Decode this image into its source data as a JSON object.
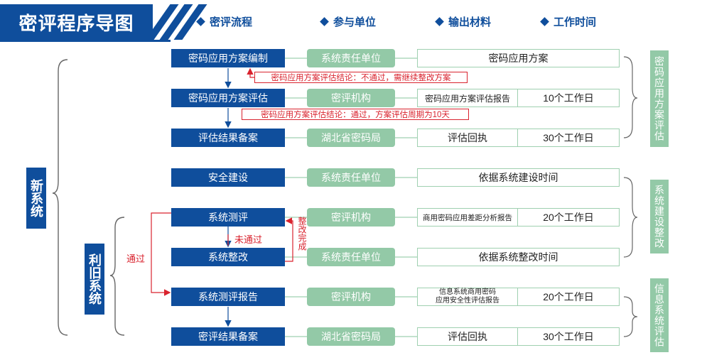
{
  "title": "密评程序导图",
  "columns": [
    "密评流程",
    "参与单位",
    "输出材料",
    "工作时间"
  ],
  "rows": [
    {
      "step": "密码应用方案编制",
      "unit": "系统责任单位",
      "material": "密码应用方案",
      "time": ""
    },
    {
      "step": "密码应用方案评估",
      "unit": "密评机构",
      "material": "密码应用方案评估报告",
      "time": "10个工作日"
    },
    {
      "step": "评估结果备案",
      "unit": "湖北省密码局",
      "material": "评估回执",
      "time": "30个工作日"
    },
    {
      "step": "安全建设",
      "unit": "系统责任单位",
      "material": "依据系统建设时间",
      "time": ""
    },
    {
      "step": "系统测评",
      "unit": "密评机构",
      "material": "商用密码应用差距分析报告",
      "time": "20个工作日"
    },
    {
      "step": "系统整改",
      "unit": "系统责任单位",
      "material": "依据系统整改时间",
      "time": ""
    },
    {
      "step": "系统测评报告",
      "unit": "密评机构",
      "material": "信息系统商用密码\n应用安全性评估报告",
      "time": "20个工作日"
    },
    {
      "step": "密评结果备案",
      "unit": "湖北省密码局",
      "material": "评估回执",
      "time": "30个工作日"
    }
  ],
  "notes": {
    "fail": "密码应用方案评估结论：不通过，需继续整改方案",
    "pass": "密码应用方案评估结论：通过，方案评估周期为10天",
    "not_passed": "未通过",
    "rectified": "整改完成",
    "passed": "通过"
  },
  "systems": {
    "new": "新系统",
    "legacy": "利旧系统"
  },
  "phases": [
    "密码应用方案评估",
    "系统建设整改",
    "信息系统评估"
  ],
  "colors": {
    "blue": "#0f4e9c",
    "green": "#93c9a7",
    "red": "#d9232e"
  }
}
